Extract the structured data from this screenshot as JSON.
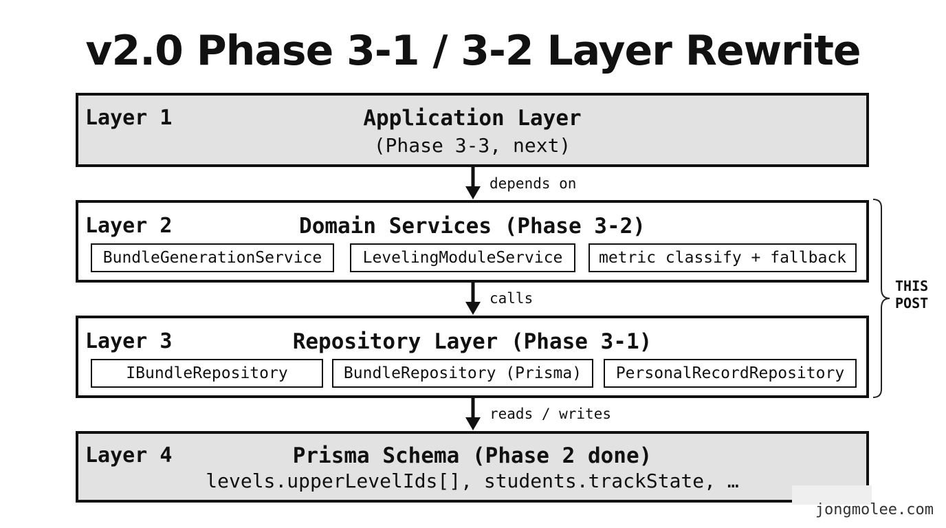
{
  "title": "v2.0 Phase 3-1 / 3-2 Layer Rewrite",
  "layers": [
    {
      "label": "Layer 1",
      "title": "Application Layer",
      "subtitle": "(Phase 3-3, next)"
    },
    {
      "label": "Layer 2",
      "title": "Domain Services (Phase 3-2)",
      "items": [
        "BundleGenerationService",
        "LevelingModuleService",
        "metric classify + fallback"
      ]
    },
    {
      "label": "Layer 3",
      "title": "Repository Layer (Phase 3-1)",
      "items": [
        "IBundleRepository",
        "BundleRepository (Prisma)",
        "PersonalRecordRepository"
      ]
    },
    {
      "label": "Layer 4",
      "title": "Prisma Schema (Phase 2 done)",
      "subtitle": "levels.upperLevelIds[], students.trackState, …"
    }
  ],
  "edges": [
    {
      "from": "Layer 1",
      "to": "Layer 2",
      "label": "depends on"
    },
    {
      "from": "Layer 2",
      "to": "Layer 3",
      "label": "calls"
    },
    {
      "from": "Layer 3",
      "to": "Layer 4",
      "label": "reads / writes"
    }
  ],
  "bracket": {
    "line1": "THIS",
    "line2": "POST",
    "spans": [
      "Layer 2",
      "Layer 3"
    ]
  },
  "watermark": "jongmolee.com",
  "colors": {
    "stroke": "#111111",
    "highlight_fill": "#e2e2e2",
    "plain_fill": "#ffffff"
  }
}
